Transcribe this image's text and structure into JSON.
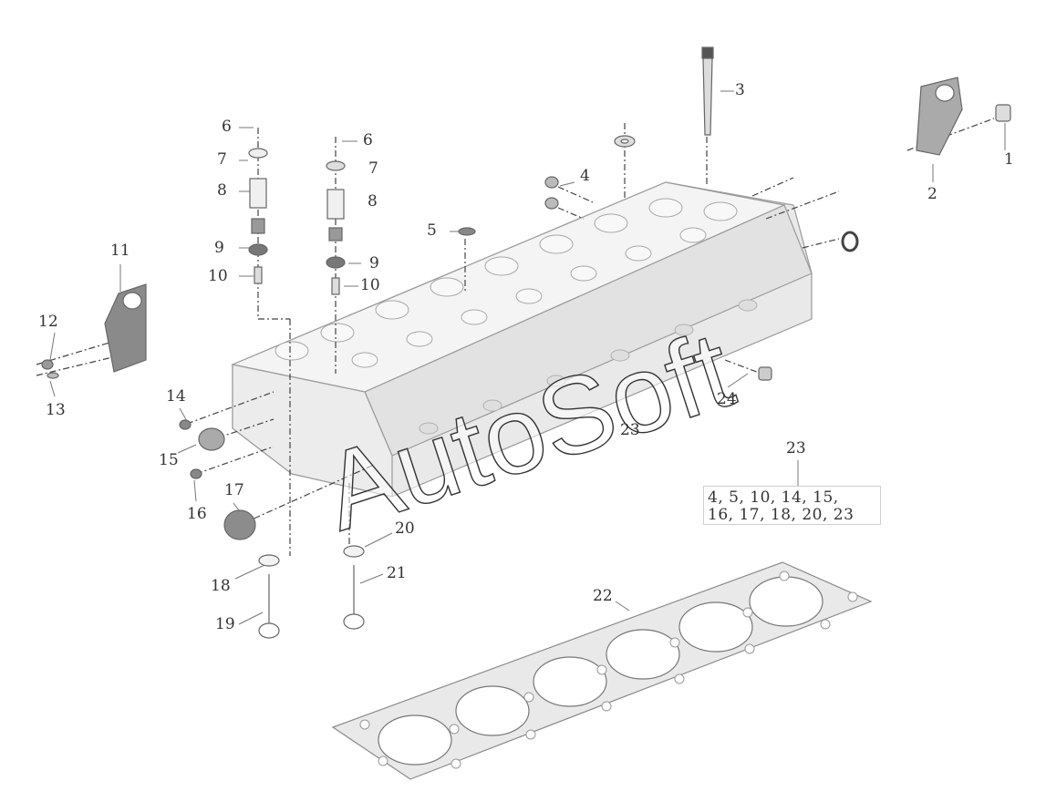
{
  "watermark": "AutoSoft",
  "callouts": {
    "c1": "1",
    "c2": "2",
    "c3": "3",
    "c4": "4",
    "c5": "5",
    "c6a": "6",
    "c6b": "6",
    "c7a": "7",
    "c7b": "7",
    "c8a": "8",
    "c8b": "8",
    "c9a": "9",
    "c9b": "9",
    "c10a": "10",
    "c10b": "10",
    "c11": "11",
    "c12": "12",
    "c13": "13",
    "c14": "14",
    "c15": "15",
    "c16": "16",
    "c17": "17",
    "c18": "18",
    "c19": "19",
    "c20": "20",
    "c21": "21",
    "c22": "22",
    "c23a": "23",
    "c23b": "23",
    "c24": "24"
  },
  "kit": {
    "line1": "4, 5, 10, 14, 15,",
    "line2": "16, 17, 18, 20, 23"
  }
}
